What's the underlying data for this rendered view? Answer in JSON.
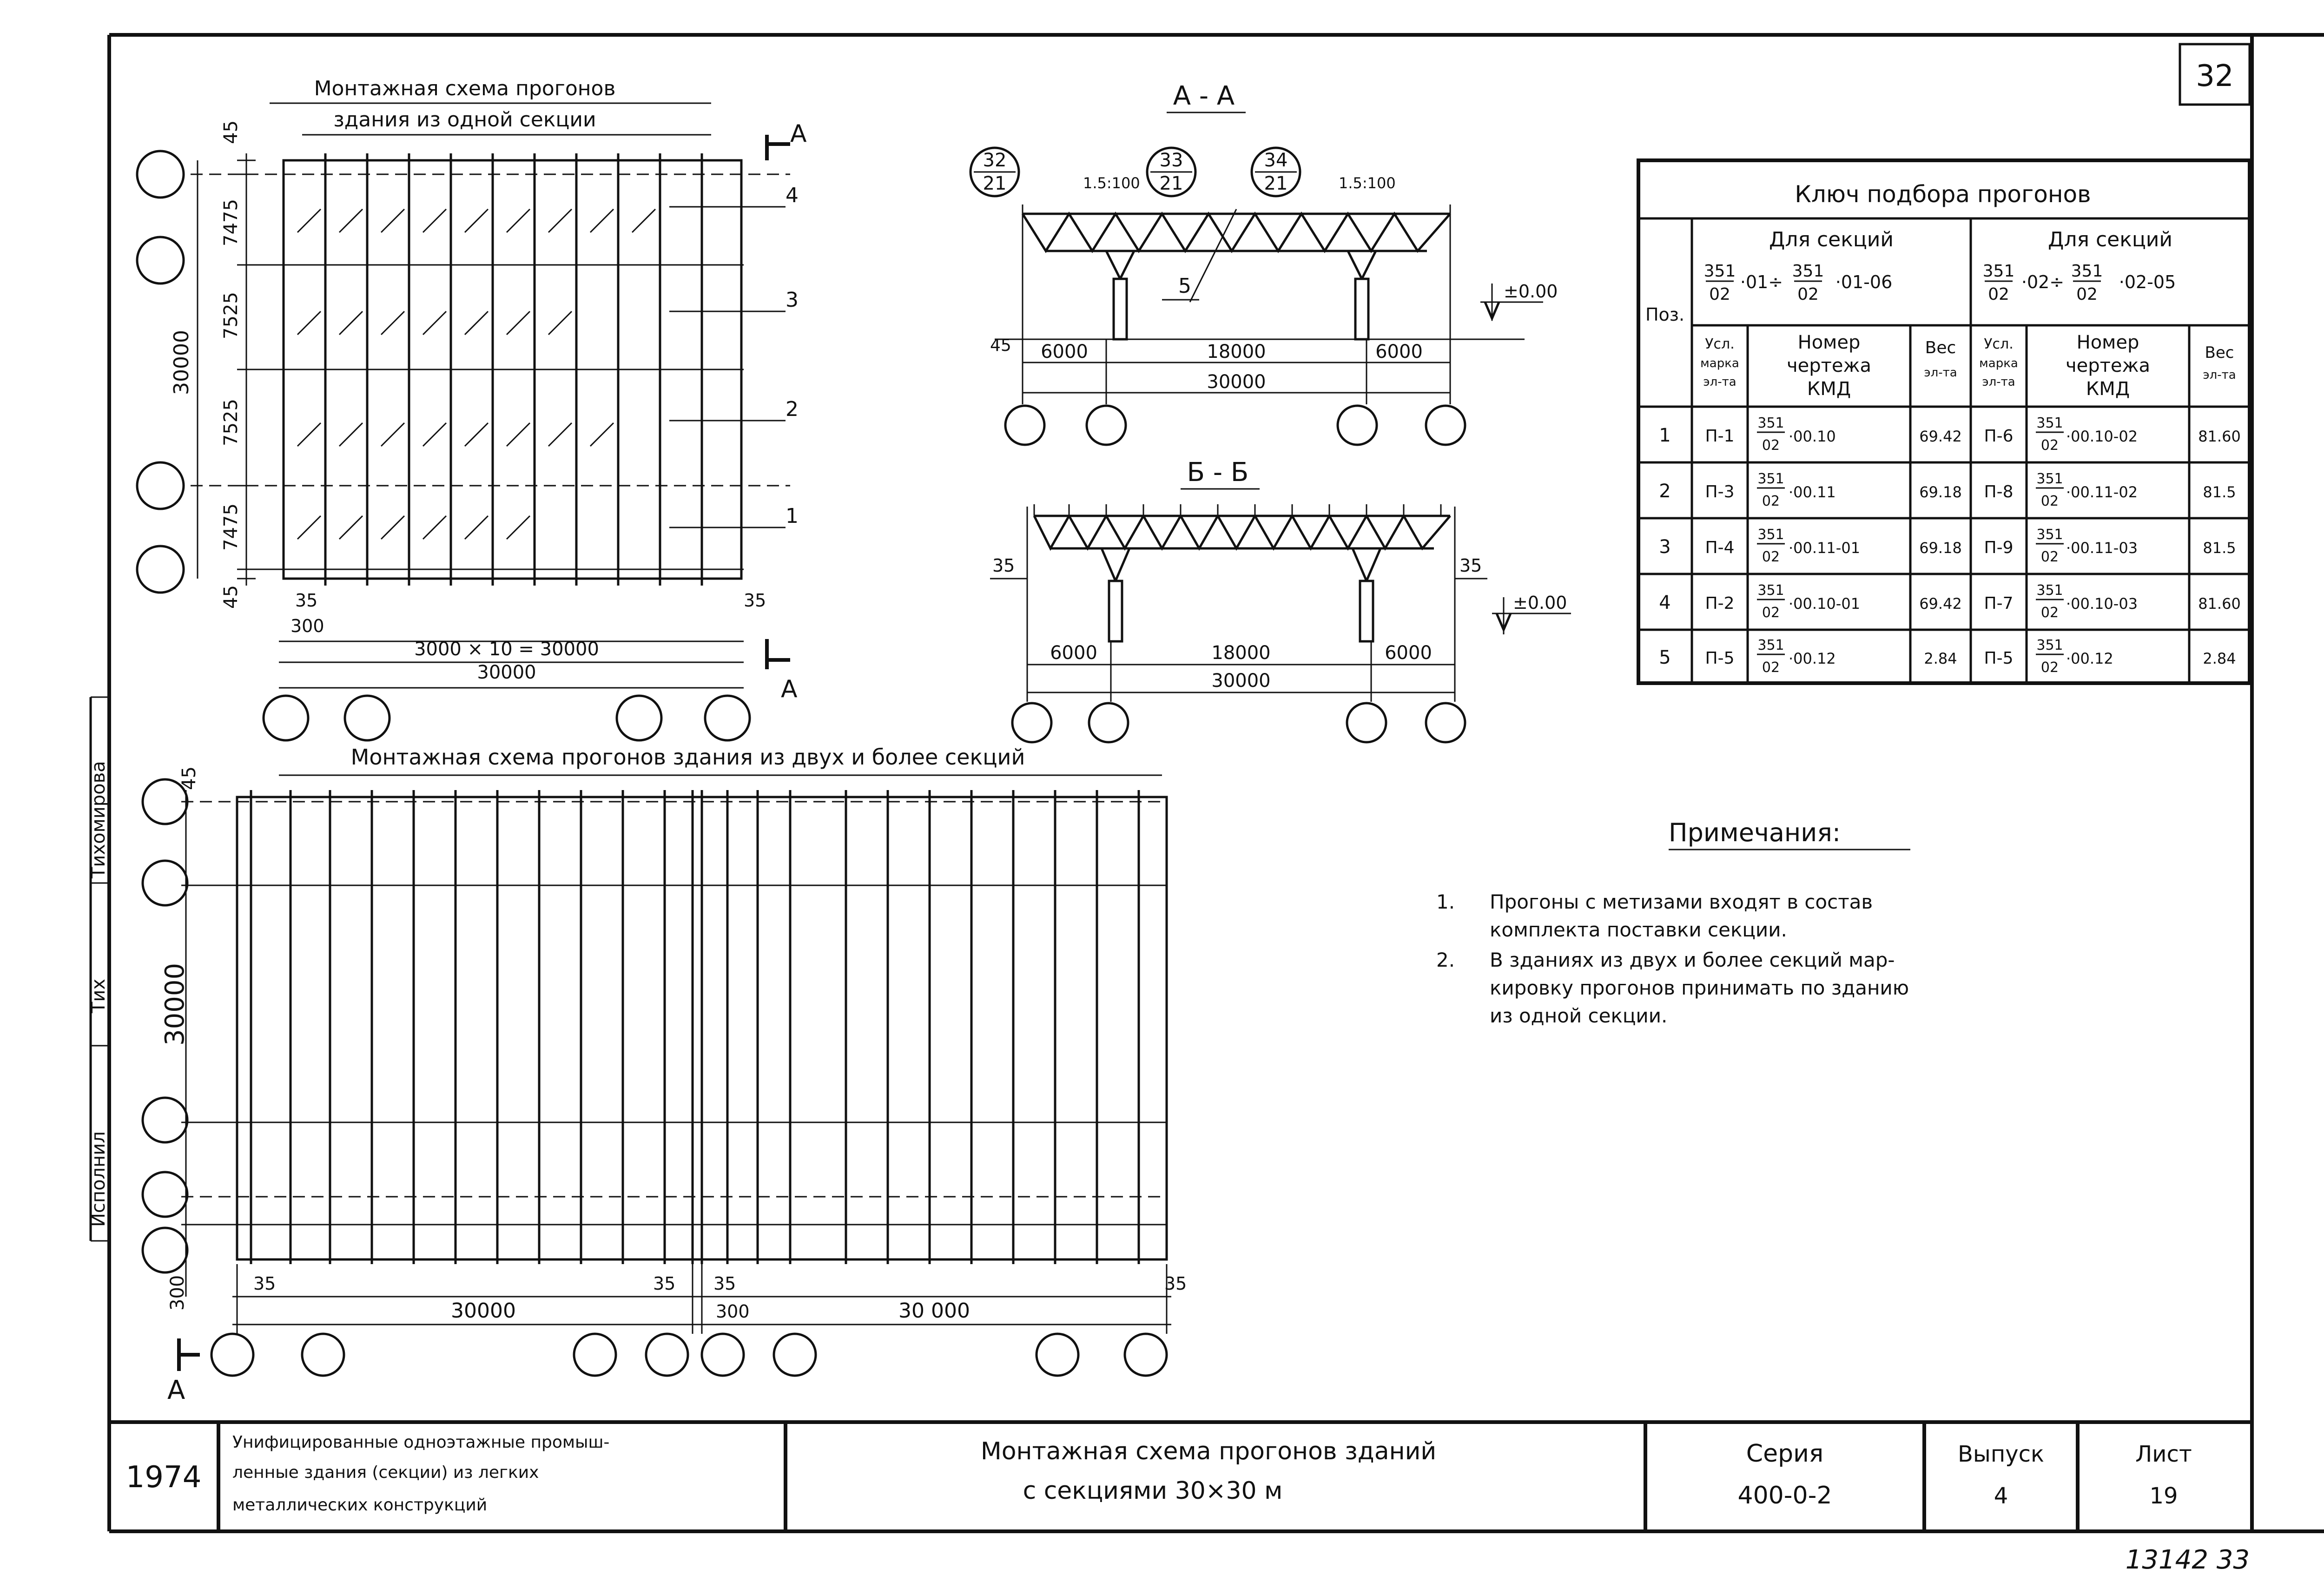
{
  "sheet": {
    "page_number": "32",
    "stamp": "13142  33"
  },
  "plan_single": {
    "title_line1": "Монтажная схема прогонов",
    "title_line2": "здания из одной секции",
    "section_marker": "А",
    "row_dims": [
      "45",
      "7475",
      "7525",
      "7525",
      "7475",
      "45"
    ],
    "total_dim": "30000",
    "pos_labels": [
      "4",
      "3",
      "2",
      "1"
    ],
    "dim_35_left": "35",
    "dim_35_right": "35",
    "dim_300": "300",
    "dim_span": "3000 × 10 = 30000",
    "dim_total_bottom": "30000"
  },
  "section_aa": {
    "title": "А - А",
    "callouts": [
      {
        "top": "32",
        "bottom": "21"
      },
      {
        "top": "33",
        "bottom": "21"
      },
      {
        "top": "34",
        "bottom": "21"
      }
    ],
    "slope_left": "1.5:100",
    "slope_right": "1.5:100",
    "pos_5": "5",
    "level": "±0.00",
    "dim_45": "45",
    "dims": [
      "6000",
      "18000",
      "6000"
    ],
    "total": "30000"
  },
  "section_bb": {
    "title": "Б - Б",
    "dim_35_left": "35",
    "dim_35_right": "35",
    "level": "±0.00",
    "dims": [
      "6000",
      "18000",
      "6000"
    ],
    "total": "30000"
  },
  "key_table": {
    "title": "Ключ подбора прогонов",
    "col_pos": "Поз.",
    "group1": {
      "label": "Для секций",
      "frac1_top": "351",
      "frac1_bot": "02",
      "mid": "·01÷",
      "frac2_top": "351",
      "frac2_bot": "02",
      "tail": "·01-06"
    },
    "group2": {
      "label": "Для секций",
      "frac1_top": "351",
      "frac1_bot": "02",
      "mid": "·02÷",
      "frac2_top": "351",
      "frac2_bot": "02",
      "tail": "·02-05"
    },
    "sub_mark": [
      "Усл.",
      "марка",
      "эл-та"
    ],
    "sub_num": [
      "Номер",
      "чертежа",
      "КМД"
    ],
    "sub_weight": [
      "Вес",
      "эл-та"
    ],
    "rows": [
      {
        "pos": "1",
        "mark1": "П-1",
        "draw1": "·00.10",
        "w1": "69.42",
        "mark2": "П-6",
        "draw2": "·00.10-02",
        "w2": "81.60"
      },
      {
        "pos": "2",
        "mark1": "П-3",
        "draw1": "·00.11",
        "w1": "69.18",
        "mark2": "П-8",
        "draw2": "·00.11-02",
        "w2": "81.5"
      },
      {
        "pos": "3",
        "mark1": "П-4",
        "draw1": "·00.11-01",
        "w1": "69.18",
        "mark2": "П-9",
        "draw2": "·00.11-03",
        "w2": "81.5"
      },
      {
        "pos": "4",
        "mark1": "П-2",
        "draw1": "·00.10-01",
        "w1": "69.42",
        "mark2": "П-7",
        "draw2": "·00.10-03",
        "w2": "81.60"
      },
      {
        "pos": "5",
        "mark1": "П-5",
        "draw1": "·00.12",
        "w1": "2.84",
        "mark2": "П-5",
        "draw2": "·00.12",
        "w2": "2.84"
      }
    ],
    "frac_top": "351",
    "frac_bot": "02"
  },
  "notes": {
    "title": "Примечания:",
    "items": [
      {
        "num": "1.",
        "line1": "Прогоны с метизами входят в состав",
        "line2": "комплекта поставки секции."
      },
      {
        "num": "2.",
        "line1": "В зданиях из двух и более секций мар-",
        "line2": "кировку прогонов принимать по зданию",
        "line3": "из одной секции."
      }
    ]
  },
  "plan_multi": {
    "title": "Монтажная схема прогонов здания из двух и более секций",
    "dim_45": "45",
    "dim_30000": "30000",
    "dim_300_left": "300",
    "dim_35_a": "35",
    "dim_35_b": "35",
    "dim_35_c": "35",
    "dim_35_d": "35",
    "dim_300_mid": "300",
    "span1": "30000",
    "span2": "30 000",
    "section_marker": "А"
  },
  "side_strip": {
    "name1": "Тихомирова",
    "sign": "Тих",
    "name2": "Исполнил"
  },
  "title_block": {
    "year": "1974",
    "desc_line1": "Унифицированные одноэтажные промыш-",
    "desc_line2": "ленные здания (секции) из легких",
    "desc_line3": "металлических конструкций",
    "title_line1": "Монтажная схема прогонов зданий",
    "title_line2": "с секциями 30×30 м",
    "series_label": "Серия",
    "series_value": "400-0-2",
    "issue_label": "Выпуск",
    "issue_value": "4",
    "sheet_label": "Лист",
    "sheet_value": "19"
  }
}
